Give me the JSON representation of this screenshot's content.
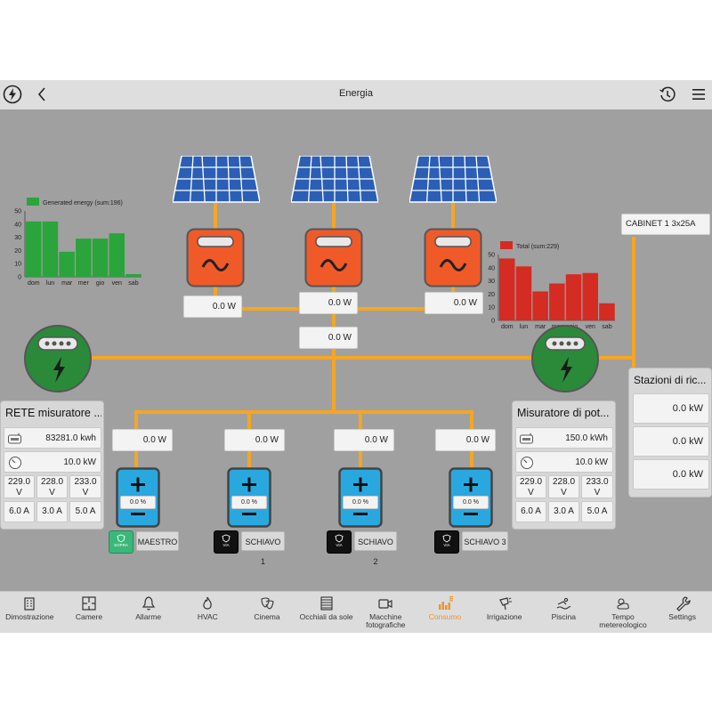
{
  "header": {
    "title": "Energia"
  },
  "gen_chart": {
    "legend": "Generated energy (sum:196)",
    "color": "#2aa43b",
    "yticks": [
      "50",
      "40",
      "30",
      "20",
      "10",
      "0"
    ],
    "categories": [
      "dom",
      "lun",
      "mar",
      "mer",
      "gio",
      "ven",
      "sab"
    ],
    "values": [
      42,
      42,
      19,
      29,
      29,
      33,
      2
    ],
    "ymax": 50
  },
  "total_chart": {
    "legend": "Total (sum:229)",
    "color": "#d42b23",
    "yticks": [
      "50",
      "40",
      "30",
      "20",
      "10",
      "0"
    ],
    "categories": [
      "dom",
      "lun",
      "mar",
      "mer",
      "gio",
      "ven",
      "sab"
    ],
    "values": [
      47,
      41,
      22,
      28,
      35,
      36,
      13
    ],
    "ymax": 50
  },
  "inverter_values": [
    "0.0 W",
    "0.0 W",
    "0.0 W"
  ],
  "bus_value": "0.0 W",
  "battery_values": [
    "0.0 W",
    "0.0 W",
    "0.0 W",
    "0.0 W"
  ],
  "battery_pct": [
    "0.0 %",
    "0.0 %",
    "0.0 %",
    "0.0 %"
  ],
  "battery_tags": [
    "MAESTRO",
    "SCHIAVO 1",
    "SCHIAVO 2",
    "SCHIAVO 3"
  ],
  "battery_badges": [
    "SOPRA",
    "VIA",
    "VIA",
    "VIA"
  ],
  "cabinet": "CABINET 1 3x25A",
  "rete": {
    "title": "RETE misuratore ...",
    "energy": "83281.0 kwh",
    "power": "10.0 kW",
    "volts": [
      "229.0 V",
      "228.0 V",
      "233.0 V"
    ],
    "amps": [
      "6.0 A",
      "3.0 A",
      "5.0 A"
    ]
  },
  "misuratore": {
    "title": "Misuratore di pot...",
    "energy": "150.0 kWh",
    "power": "10.0 kW",
    "volts": [
      "229.0 V",
      "228.0 V",
      "233.0 V"
    ],
    "amps": [
      "6.0 A",
      "3.0 A",
      "5.0 A"
    ]
  },
  "stazioni": {
    "title": "Stazioni di ric...",
    "values": [
      "0.0 kW",
      "0.0 kW",
      "0.0 kW"
    ]
  },
  "tabs": [
    {
      "label": "Dimostrazione",
      "icon": "building-icon"
    },
    {
      "label": "Camere",
      "icon": "rooms-icon"
    },
    {
      "label": "Allarme",
      "icon": "bell-icon"
    },
    {
      "label": "HVAC",
      "icon": "flame-icon"
    },
    {
      "label": "Cinema",
      "icon": "theater-masks-icon"
    },
    {
      "label": "Occhiali da sole",
      "icon": "blinds-icon"
    },
    {
      "label": "Macchine fotografiche",
      "icon": "camera-icon"
    },
    {
      "label": "Consumo",
      "icon": "consumption-chart-icon"
    },
    {
      "label": "Irrigazione",
      "icon": "sprinkler-icon"
    },
    {
      "label": "Piscina",
      "icon": "swimmer-icon"
    },
    {
      "label": "Tempo metereologico",
      "icon": "weather-icon"
    },
    {
      "label": "Settings",
      "icon": "wrench-icon"
    }
  ],
  "colors": {
    "line": "#f5a623",
    "inverter": "#f05a28",
    "battery": "#29a8e0",
    "meter": "#2a8a3a",
    "active_tab": "#f0932b"
  }
}
